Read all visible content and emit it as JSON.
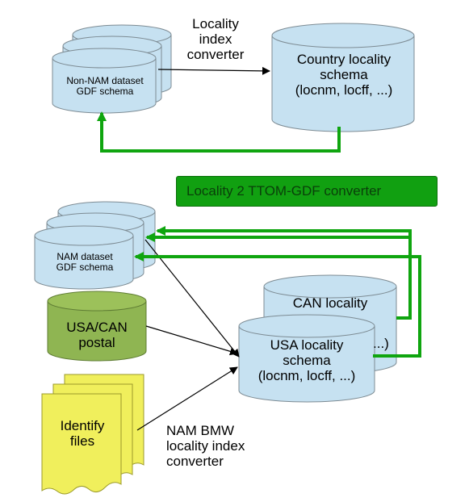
{
  "top": {
    "converter_label": [
      "Locality",
      "index",
      "converter"
    ],
    "nonnam_db": [
      "Non-NAM dataset",
      "GDF schema"
    ],
    "country_db": [
      "Country locality",
      "schema",
      "(locnm, locff, ...)"
    ]
  },
  "banner": "Locality 2 TTOM-GDF converter",
  "bottom": {
    "nam_db": [
      "NAM dataset",
      "GDF schema"
    ],
    "postal_db": [
      "USA/CAN",
      "postal"
    ],
    "can_db": [
      "CAN locality",
      "...)"
    ],
    "usa_db": [
      "USA locality",
      "schema",
      "(locnm, locff, ...)"
    ],
    "identify": [
      "Identify",
      "files"
    ],
    "nam_converter_label": [
      "NAM BMW",
      "locality index",
      "converter"
    ]
  },
  "colors": {
    "db_fill": "#c6e1f1",
    "postal_fill": "#8fb552",
    "doc_fill": "#f0ef5c",
    "green_arrow": "#0fa50f"
  }
}
